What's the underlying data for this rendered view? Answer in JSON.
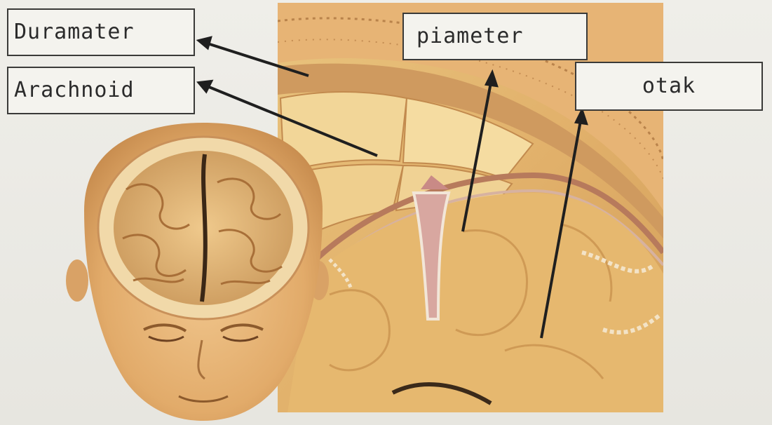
{
  "labels": {
    "duramater": "Duramater",
    "arachnoid": "Arachnoid",
    "piameter": "piameter",
    "otak": "otak"
  },
  "colors": {
    "skin": "#e9b978",
    "brain": "#d9a85f",
    "meninges": "#c88e6a",
    "ink": "#1f1f1f"
  }
}
